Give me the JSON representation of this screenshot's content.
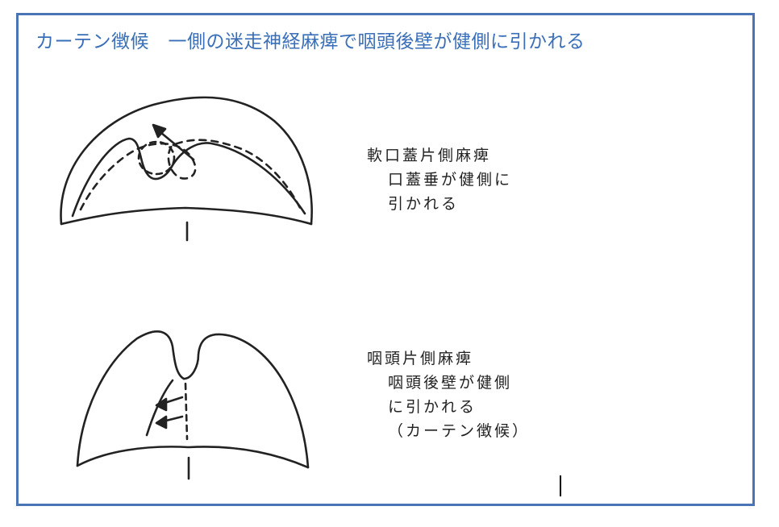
{
  "title": "カーテン徴候　一側の迷走神経麻痺で咽頭後壁が健側に引かれる",
  "upper_figure": {
    "heading": "軟口蓋片側麻痺",
    "line1": "口蓋垂が健側に",
    "line2": "引かれる"
  },
  "lower_figure": {
    "heading": "咽頭片側麻痺",
    "line1": "咽頭後壁が健側",
    "line2": "に引かれる",
    "line3": "（カーテン徴候）"
  },
  "colors": {
    "frame": "#4a74b4",
    "title": "#3a6fb8",
    "ink": "#222222"
  }
}
